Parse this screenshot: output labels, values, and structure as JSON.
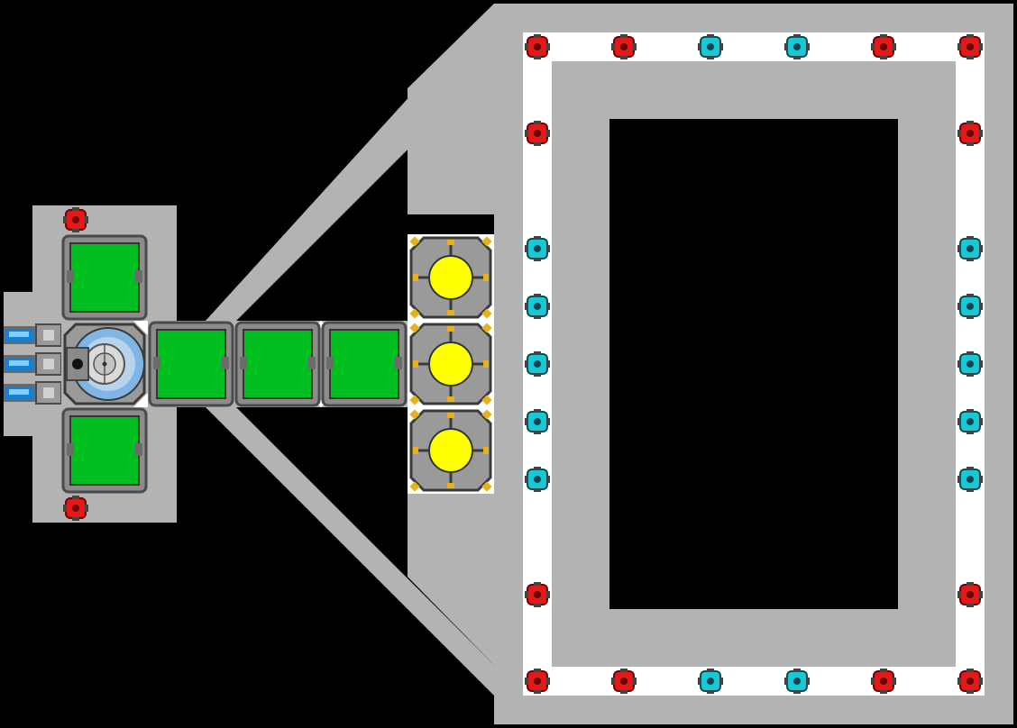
{
  "palette": {
    "hull": "#b3b3b3",
    "rail": "#ffffff",
    "void": "#000000",
    "cargo_green": "#00c020",
    "reactor_yellow": "#ffff00",
    "light_red": "#e21a1a",
    "light_cyan": "#19c8d2",
    "frame_dark": "#4a4a4a",
    "frame_mid": "#8c8c8c",
    "glass_blue": "#7fb6e6",
    "accent_amber": "#e8b020"
  },
  "ship": {
    "core_module": {
      "icon": "cockpit-core-icon"
    },
    "thrusters": {
      "count": 3,
      "icon": "thruster-icon"
    },
    "cargo_pods": {
      "count": 5,
      "icon": "cargo-pod-icon"
    },
    "reactors": {
      "count": 3,
      "icon": "reactor-icon"
    },
    "hangar_lights": {
      "red": 14,
      "cyan": 14
    }
  }
}
